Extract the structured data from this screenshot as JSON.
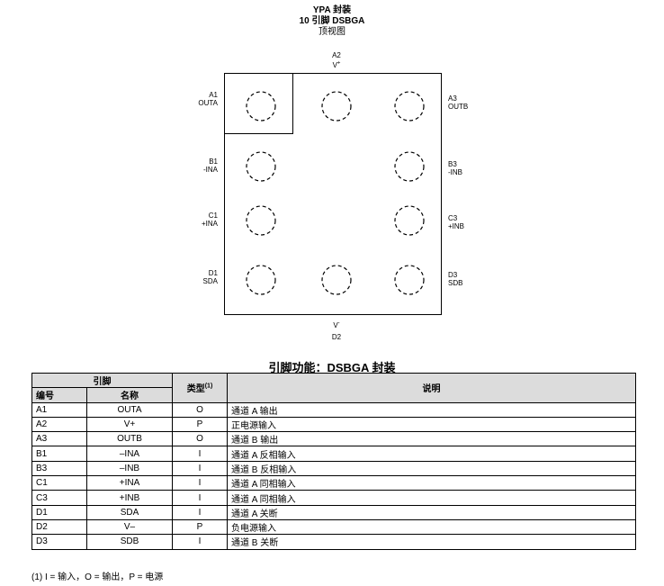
{
  "package": {
    "title": "YPA 封装",
    "subtitle": "10 引脚 DSBGA",
    "view": "顶视图"
  },
  "pins_diagram": {
    "top": {
      "code": "A2",
      "name": "V",
      "sup": "+"
    },
    "bottom": {
      "code": "D2",
      "name": "V",
      "sup": "-"
    },
    "left": [
      {
        "code": "A1",
        "name": "OUTA"
      },
      {
        "code": "B1",
        "name": "-INA"
      },
      {
        "code": "C1",
        "name": "+INA"
      },
      {
        "code": "D1",
        "name": "SDA"
      }
    ],
    "right": [
      {
        "code": "A3",
        "name": "OUTB"
      },
      {
        "code": "B3",
        "name": "-INB"
      },
      {
        "code": "C3",
        "name": "+INB"
      },
      {
        "code": "D3",
        "name": "SDB"
      }
    ]
  },
  "table": {
    "title": "引脚功能：DSBGA 封装",
    "header_pin": "引脚",
    "header_number": "编号",
    "header_name": "名称",
    "header_type": "类型",
    "header_type_note": "(1)",
    "header_desc": "说明",
    "rows": [
      {
        "number": "A1",
        "name": "OUTA",
        "type": "O",
        "desc": "通道 A 输出"
      },
      {
        "number": "A2",
        "name": "V+",
        "type": "P",
        "desc": "正电源输入"
      },
      {
        "number": "A3",
        "name": "OUTB",
        "type": "O",
        "desc": "通道 B 输出"
      },
      {
        "number": "B1",
        "name": "–INA",
        "type": "I",
        "desc": "通道 A 反相输入"
      },
      {
        "number": "B3",
        "name": "–INB",
        "type": "I",
        "desc": "通道 B 反相输入"
      },
      {
        "number": "C1",
        "name": "+INA",
        "type": "I",
        "desc": "通道 A 同相输入"
      },
      {
        "number": "C3",
        "name": "+INB",
        "type": "I",
        "desc": "通道 A 同相输入"
      },
      {
        "number": "D1",
        "name": "SDA",
        "type": "I",
        "desc": "通道 A 关断"
      },
      {
        "number": "D2",
        "name": "V–",
        "type": "P",
        "desc": "负电源输入"
      },
      {
        "number": "D3",
        "name": "SDB",
        "type": "I",
        "desc": "通道 B 关断"
      }
    ]
  },
  "footnote": "(1)   I = 输入，O = 输出，P = 电源"
}
